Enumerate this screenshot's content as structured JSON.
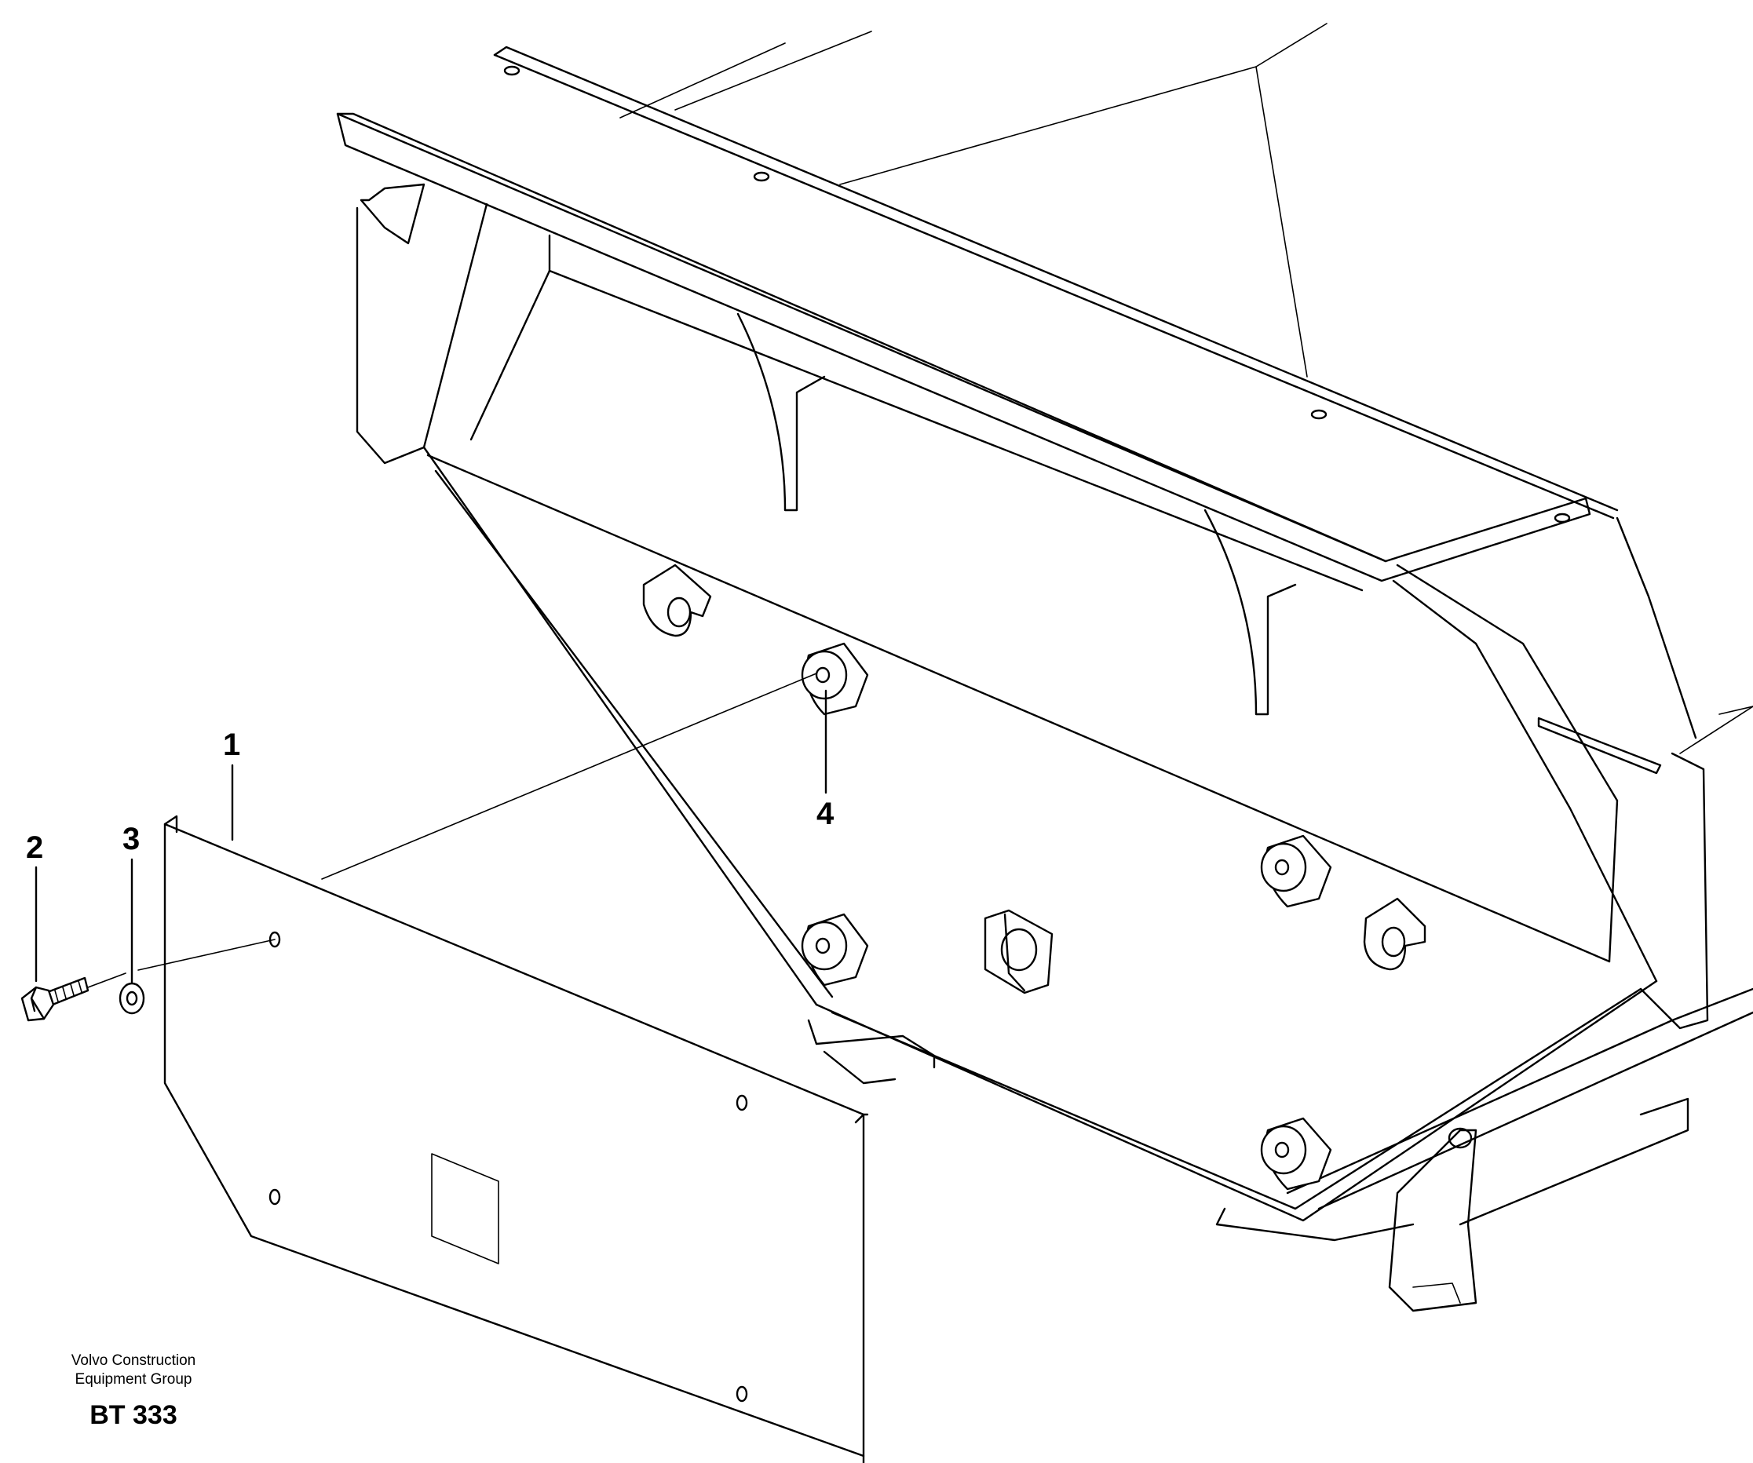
{
  "diagram": {
    "callouts": [
      {
        "id": "1",
        "label": "1"
      },
      {
        "id": "2",
        "label": "2"
      },
      {
        "id": "3",
        "label": "3"
      },
      {
        "id": "4",
        "label": "4"
      }
    ],
    "caption": {
      "line1": "Volvo Construction",
      "line2": "Equipment Group",
      "code": "BT 333"
    }
  }
}
